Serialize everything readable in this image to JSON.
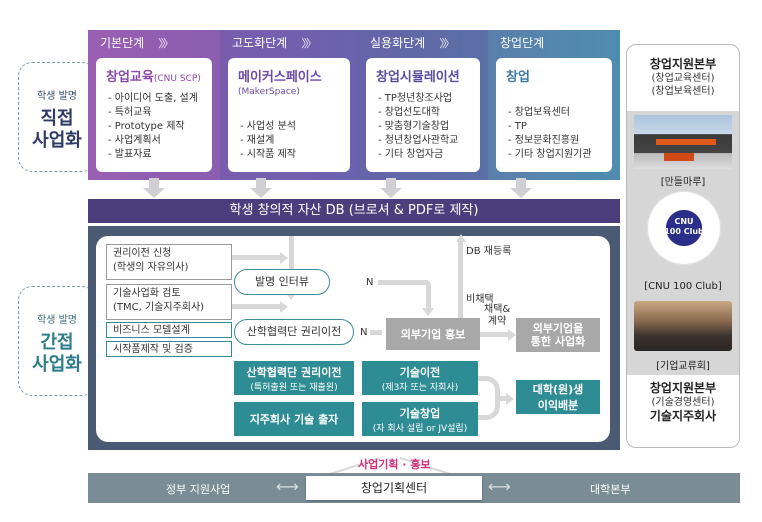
{
  "direct": {
    "sub": "학생 발명",
    "main_line1": "직접",
    "main_line2": "사업화"
  },
  "indirect": {
    "sub": "학생 발명",
    "main_line1": "간접",
    "main_line2": "사업화"
  },
  "stages": [
    {
      "tab": "기본단계",
      "chevron": "〉〉〉",
      "title": "창업교육",
      "title_small": "(CNU SCP)",
      "subtitle": "",
      "items": [
        "- 아이디어 도출, 설계",
        "- 특허교육",
        "- Prototype 제작",
        "- 사업계획서",
        "- 발표자료"
      ]
    },
    {
      "tab": "고도화단계",
      "chevron": "〉〉〉",
      "title": "메이커스페이스",
      "title_small": "",
      "subtitle": "(MakerSpace)",
      "items": [
        "- 사업성 분석",
        "- 재설계",
        "- 시작품 제작"
      ]
    },
    {
      "tab": "실용화단계",
      "chevron": "〉〉〉",
      "title": "창업시뮬레이션",
      "title_small": "",
      "subtitle": "",
      "items": [
        "- TP청년창조사업",
        "- 창업선도대학",
        "- 맞춤형기술창업",
        "- 청년창업사관학교",
        "- 기타 창업자금"
      ]
    },
    {
      "tab": "창업단계",
      "chevron": "",
      "title": "창업",
      "title_small": "",
      "subtitle": "",
      "items": [
        "- 창업보육센터",
        "- TP",
        "- 정보문화진흥원",
        "- 기타 창업지원기관"
      ]
    }
  ],
  "db_banner": "학생 창의적 자산 DB (브로셔 & PDF로 제작)",
  "flow": {
    "request_line1": "권리이전 신청",
    "request_line2": "(학생의 자유의사)",
    "review_line1": "기술사업화 검토",
    "review_line2": "(TMC, 기술지주회사)",
    "business_model": "비즈니스 모델설계",
    "prototype": "시작품제작 및 검증",
    "interview": "발명 인터뷰",
    "transfer": "산학협력단 권리이전",
    "n1": "N",
    "n2": "N",
    "external_promo": "외부기업 홍보",
    "db_reregister": "DB 재등록",
    "not_adopted": "비채택",
    "adopted_line1": "채택&",
    "adopted_line2": "계약",
    "external_biz_line1": "외부기업을",
    "external_biz_line2": "통한 사업화",
    "teal_boxes": [
      {
        "title": "산학협력단 권리이전",
        "sub": "(특허출원 또는 재출원)"
      },
      {
        "title": "기술이전",
        "sub": "(제3자 또는 자회사)"
      },
      {
        "title": "지주회사 기술 출자",
        "sub": ""
      },
      {
        "title": "기술창업",
        "sub": "(자 회사 설립 or JV설립)"
      }
    ],
    "profit_line1": "대학(원)생",
    "profit_line2": "이익배분"
  },
  "right_panel": {
    "top_title": "창업지원본부",
    "top_line1": "(창업교육센터)",
    "top_line2": "(창업보육센터)",
    "caption1": "[만들마루]",
    "club_line1": "CNU",
    "club_line2": "100 Club",
    "caption2": "[CNU 100 Club]",
    "caption3": "[기업교류회]",
    "bottom_title": "창업지원본부",
    "bottom_line1": "(기술경영센터)",
    "bottom_title2": "기술지주회사"
  },
  "bottom": {
    "promo": "사업기획 · 홍보",
    "left": "정부 지원사업",
    "center": "창업기획센터",
    "right": "대학본부"
  },
  "colors": {
    "stage1": "#9a5fb2",
    "stage2": "#6f5fae",
    "stage3": "#5c6ea8",
    "stage4": "#4f8db0",
    "db_banner": "#4a3f7c",
    "panel": "#4a5a72",
    "teal": "#2e8c94",
    "gray_box": "#a8a8a8",
    "promo": "#d1307a",
    "bottom_bar": "#7a8c96"
  }
}
